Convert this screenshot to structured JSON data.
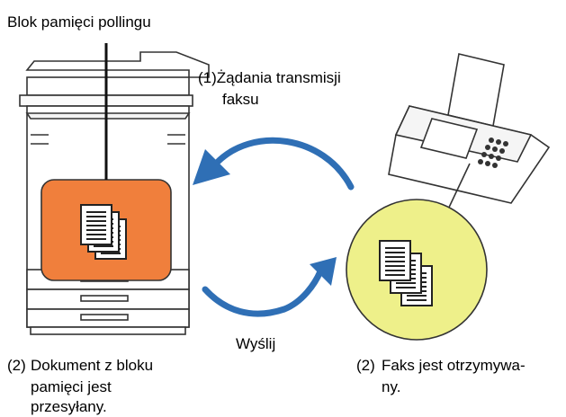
{
  "labels": {
    "polling_memory_box": "Blok pamięci pollingu",
    "step1_line1": "(1)Żądania transmisji",
    "step1_line2": "faksu",
    "send": "Wyślij",
    "step2_left_num": "(2)",
    "step2_left_line1": "Dokument z bloku",
    "step2_left_line2": "pamięci jest",
    "step2_left_line3": "przesyłany.",
    "step2_right_num": "(2)",
    "step2_right_line1": "Faks jest otrzymywa-",
    "step2_right_line2": "ny."
  },
  "colors": {
    "memory_box_fill": "#f07f3c",
    "received_circle_fill": "#eef08a",
    "arrow_blue": "#2f6fb5",
    "outline": "#333333"
  },
  "icons": {
    "copier": "copier-icon",
    "fax": "fax-machine-icon",
    "documents_sent": "document-stack-icon",
    "documents_received": "document-stack-icon"
  }
}
